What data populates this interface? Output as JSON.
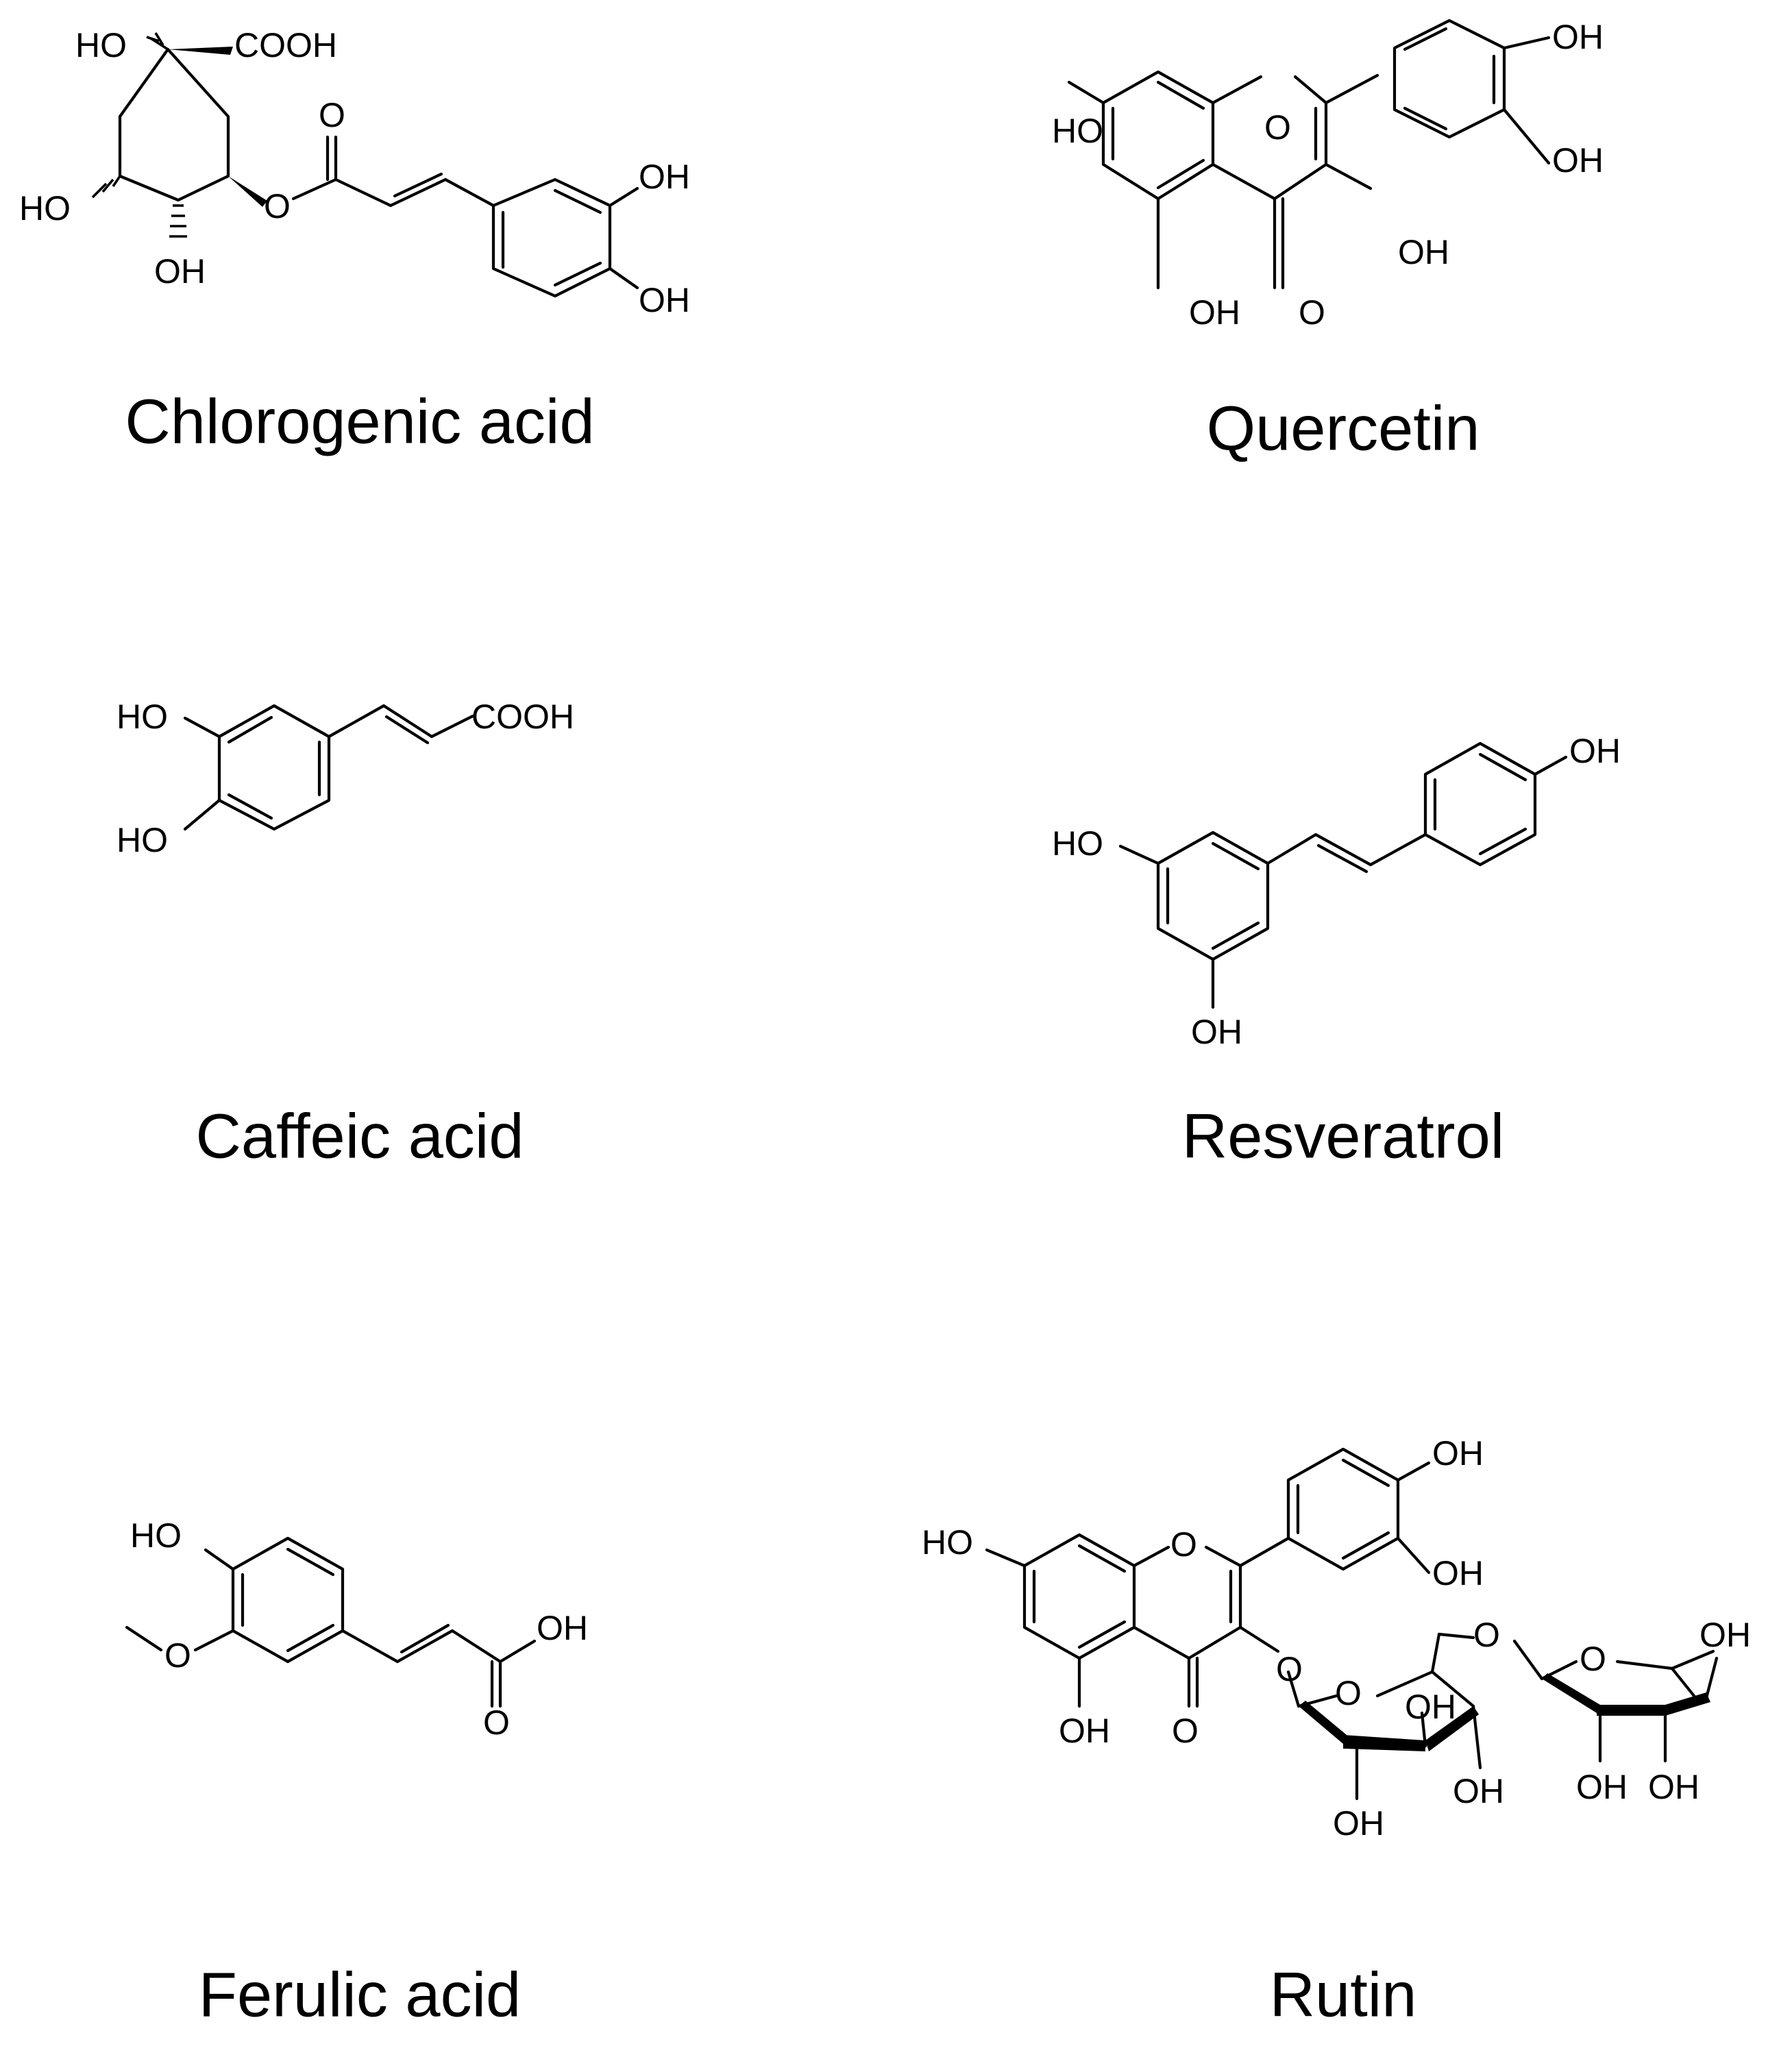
{
  "panels": [
    {
      "id": "chlorogenic",
      "name": "Chlorogenic acid",
      "labels": {
        "ho_top": "HO",
        "cooh": "COOH",
        "ho_left": "HO",
        "oh_bottom": "OH",
        "ester_o": "O",
        "carbonyl_o": "O",
        "oh_ring1": "OH",
        "oh_ring2": "OH"
      }
    },
    {
      "id": "quercetin",
      "name": "Quercetin",
      "labels": {
        "ho_left": "HO",
        "ring_o": "O",
        "oh_b1": "OH",
        "oh_b2": "OH",
        "oh_c3": "OH",
        "oh_c5": "OH",
        "keto_o": "O"
      }
    },
    {
      "id": "caffeic",
      "name": "Caffeic acid",
      "labels": {
        "ho1": "HO",
        "ho2": "HO",
        "cooh": "COOH"
      }
    },
    {
      "id": "resveratrol",
      "name": "Resveratrol",
      "labels": {
        "oh_para": "OH",
        "ho_left": "HO",
        "oh_bottom": "OH"
      }
    },
    {
      "id": "ferulic",
      "name": "Ferulic acid",
      "labels": {
        "ho": "HO",
        "methoxy_o": "O",
        "acid_oh": "OH",
        "acid_o": "O"
      }
    },
    {
      "id": "rutin",
      "name": "Rutin",
      "labels": {
        "oh_b1": "OH",
        "oh_b2": "OH",
        "ho_left": "HO",
        "ring_o": "O",
        "glyco_o": "O",
        "link_o": "O",
        "sugar1_o": "O",
        "sugar2_o": "O",
        "oh_r1": "OH",
        "oh_c5": "OH",
        "keto_o": "O",
        "oh_g1": "OH",
        "oh_g2": "OH",
        "oh_g3": "OH",
        "oh_r2": "OH",
        "oh_r3": "OH"
      }
    }
  ]
}
